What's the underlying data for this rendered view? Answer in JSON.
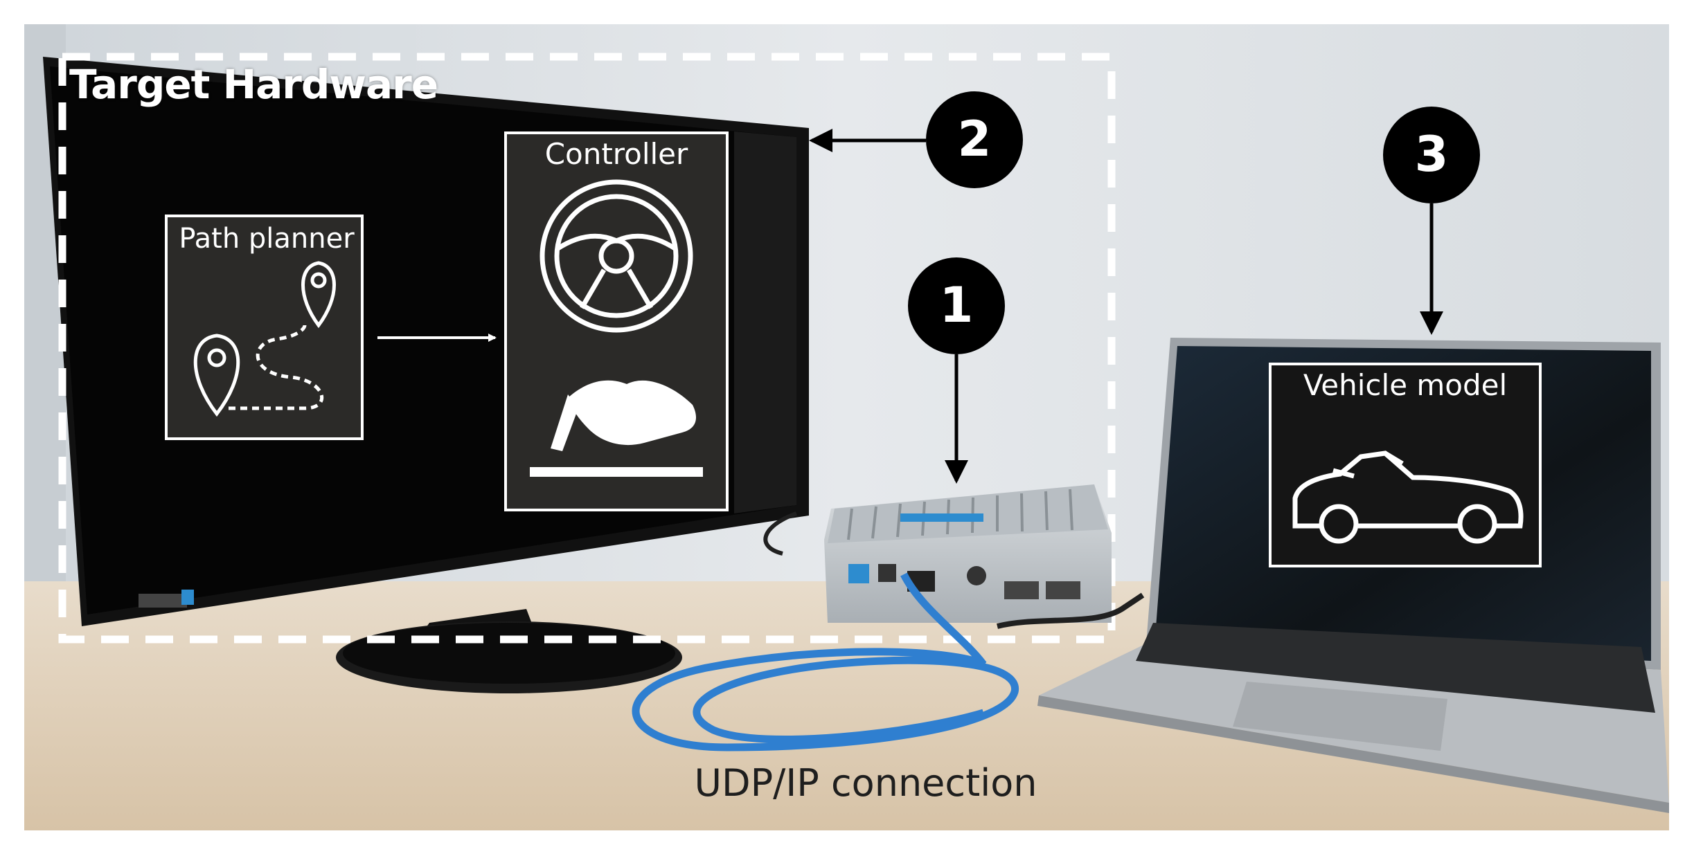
{
  "figure": {
    "title": "Target Hardware",
    "badges": [
      "1",
      "2",
      "3"
    ],
    "path_planner_label": "Path planner",
    "controller_label": "Controller",
    "vehicle_model_label": "Vehicle model",
    "connection_label": "UDP/IP connection"
  },
  "icons": [
    "map-pin-icon",
    "steering-wheel-icon",
    "pedal-foot-icon",
    "car-icon"
  ],
  "colors": {
    "cable": "#2f7fd0",
    "panel": "#2b2a28",
    "wall": "#e3e6e9",
    "desk": "#dfcdb6"
  }
}
